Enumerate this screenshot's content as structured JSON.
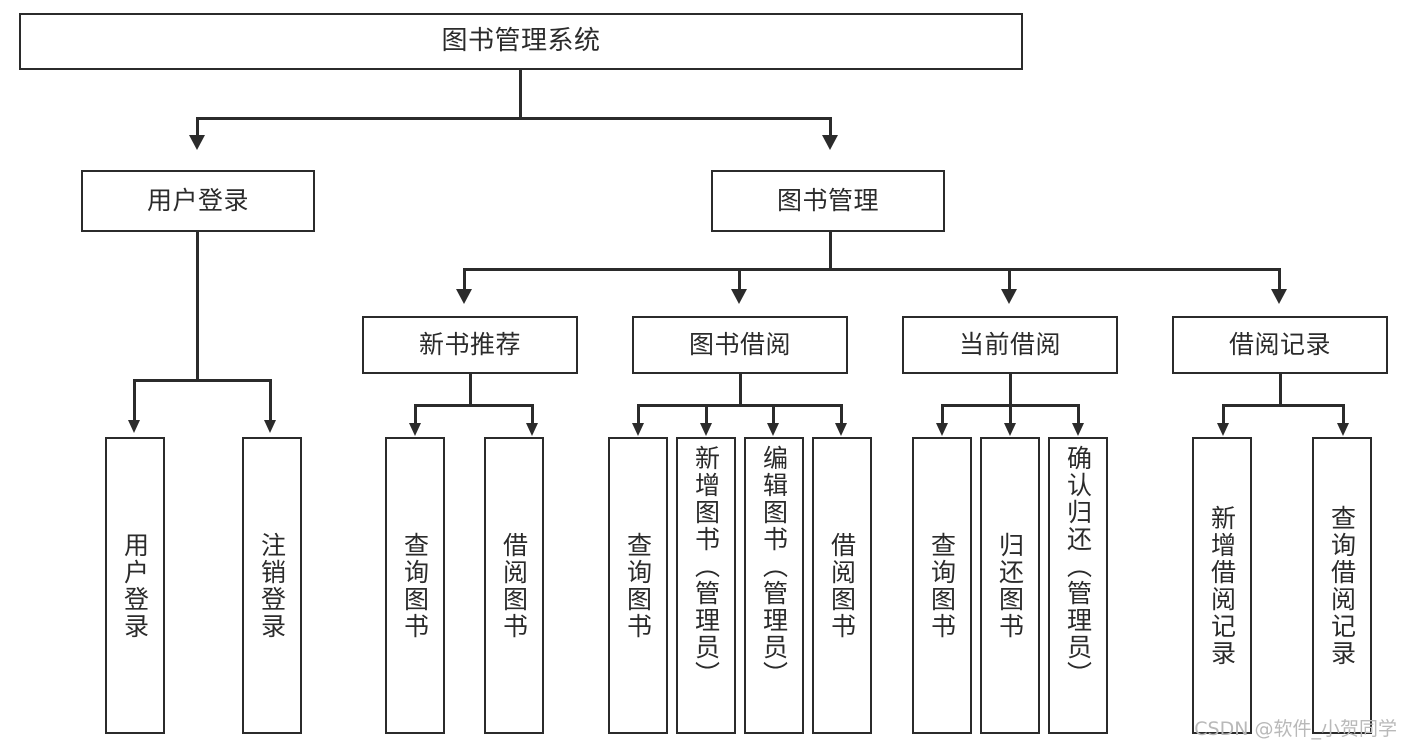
{
  "diagram": {
    "type": "tree",
    "title": "图书管理系统",
    "root": {
      "id": "root",
      "label": "图书管理系统"
    },
    "level2": [
      {
        "id": "user-login",
        "label": "用户登录"
      },
      {
        "id": "book-management",
        "label": "图书管理"
      }
    ],
    "level3": [
      {
        "id": "new-book-recommend",
        "label": "新书推荐",
        "parent": "book-management"
      },
      {
        "id": "book-borrow",
        "label": "图书借阅",
        "parent": "book-management"
      },
      {
        "id": "current-borrow",
        "label": "当前借阅",
        "parent": "book-management"
      },
      {
        "id": "borrow-record",
        "label": "借阅记录",
        "parent": "book-management"
      }
    ],
    "leaves": {
      "user_login": [
        {
          "id": "leaf-user-login",
          "label": "用户登录"
        },
        {
          "id": "leaf-user-logout",
          "label": "注销登录"
        }
      ],
      "new_book_recommend": [
        {
          "id": "leaf-query-book-1",
          "label": "查询图书"
        },
        {
          "id": "leaf-borrow-book-1",
          "label": "借阅图书"
        }
      ],
      "book_borrow": [
        {
          "id": "leaf-query-book-2",
          "label": "查询图书"
        },
        {
          "id": "leaf-add-book",
          "label": "新增图书（管理员）"
        },
        {
          "id": "leaf-edit-book",
          "label": "编辑图书（管理员）"
        },
        {
          "id": "leaf-borrow-book-2",
          "label": "借阅图书"
        }
      ],
      "current_borrow": [
        {
          "id": "leaf-query-book-3",
          "label": "查询图书"
        },
        {
          "id": "leaf-return-book",
          "label": "归还图书"
        },
        {
          "id": "leaf-confirm-return",
          "label": "确认归还（管理员）"
        }
      ],
      "borrow_record": [
        {
          "id": "leaf-add-record",
          "label": "新增借阅记录"
        },
        {
          "id": "leaf-query-record",
          "label": "查询借阅记录"
        }
      ]
    }
  },
  "watermark": {
    "text": "CSDN @软件_小贺同学"
  },
  "colors": {
    "stroke": "#2b2b2b",
    "fill": "#ffffff",
    "background": "#ffffff",
    "watermark": "#b9b9b9"
  }
}
